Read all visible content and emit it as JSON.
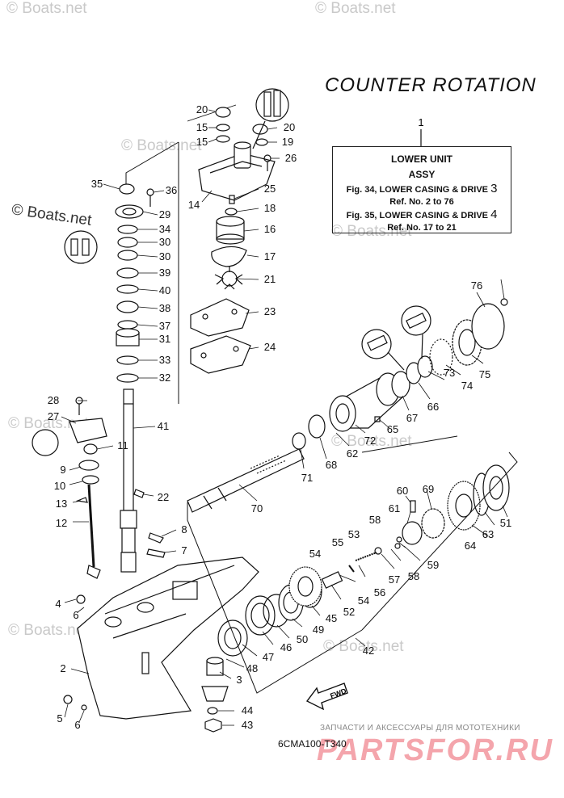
{
  "watermark_text": "© Boats.net",
  "watermarks": [
    "© Boats.net",
    "© Boats.net",
    "© Boats.net",
    "© Boats.net",
    "© Boats.net",
    "© Boats.net",
    "© Boats.net",
    "© Boats.net",
    "© Boats.net"
  ],
  "title": "COUNTER  ROTATION",
  "legend": {
    "ref": "1",
    "line1": "LOWER UNIT",
    "line2": "ASSY",
    "line3": "Fig. 34, LOWER CASING & DRIVE",
    "line3_num": "3",
    "line4": "Ref. No. 2 to 76",
    "line5": "Fig. 35, LOWER CASING & DRIVE",
    "line5_num": "4",
    "line6": "Ref. No. 17 to 21"
  },
  "fwd_label": "FWD",
  "diagram_code": "6CMA100-T340",
  "shop_text": "ЗАПЧАСТИ И АКСЕССУАРЫ ДЛЯ МОТОТЕХНИКИ",
  "brand_text": "PARTSFOR.RU",
  "callouts": [
    "20",
    "15",
    "15",
    "20",
    "19",
    "26",
    "35",
    "36",
    "25",
    "14",
    "18",
    "29",
    "34",
    "30",
    "30",
    "16",
    "17",
    "39",
    "21",
    "40",
    "38",
    "23",
    "37",
    "31",
    "24",
    "33",
    "32",
    "28",
    "27",
    "11",
    "9",
    "10",
    "41",
    "22",
    "13",
    "12",
    "8",
    "7",
    "4",
    "6",
    "2",
    "5",
    "6",
    "44",
    "43",
    "3",
    "48",
    "47",
    "46",
    "50",
    "49",
    "45",
    "42",
    "52",
    "54",
    "53",
    "55",
    "54",
    "56",
    "57",
    "58",
    "58",
    "59",
    "60",
    "61",
    "69",
    "64",
    "63",
    "51",
    "70",
    "71",
    "68",
    "62",
    "72",
    "65",
    "67",
    "66",
    "73",
    "74",
    "75",
    "76"
  ]
}
